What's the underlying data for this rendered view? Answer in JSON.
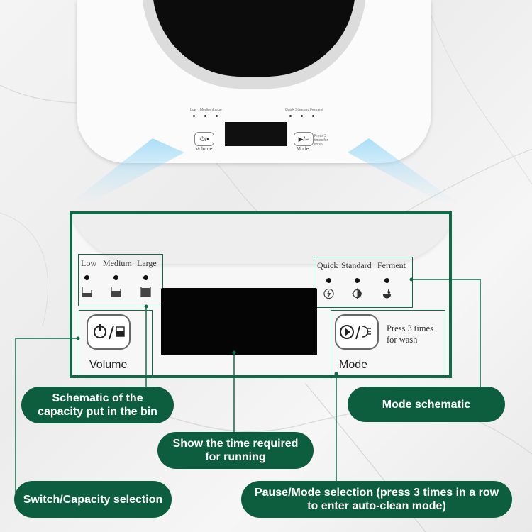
{
  "machine_panel": {
    "mini_capacity_labels": [
      "Low",
      "Medium",
      "Large"
    ],
    "mini_mode_labels": [
      "Quick",
      "Standard",
      "Ferment"
    ],
    "mini_volume_caption": "Volume",
    "mini_mode_caption": "Mode",
    "mini_press_text": "Press 3 times for wash"
  },
  "zoom_panel": {
    "capacity_labels": [
      "Low",
      "Medium",
      "Large"
    ],
    "mode_labels": [
      "Quick",
      "Standard",
      "Ferment"
    ],
    "volume_caption": "Volume",
    "mode_caption": "Mode",
    "press_line1": "Press 3 times",
    "press_line2": "for wash"
  },
  "callouts": {
    "capacity": "Schematic of the capacity put in the bin",
    "mode_schematic": "Mode schematic",
    "time": "Show the time required for running",
    "switch": "Switch/Capacity selection",
    "pause": "Pause/Mode selection (press 3 times in a row to enter auto-clean mode)"
  },
  "colors": {
    "accent_green": "#116a47",
    "pill_green": "#0d5e3e",
    "screen_black": "#050505"
  },
  "icons": [
    "power-icon",
    "bin-icon",
    "play-pause-icon",
    "wash-icon",
    "lightning-icon",
    "half-circle-icon",
    "drop-icon"
  ]
}
